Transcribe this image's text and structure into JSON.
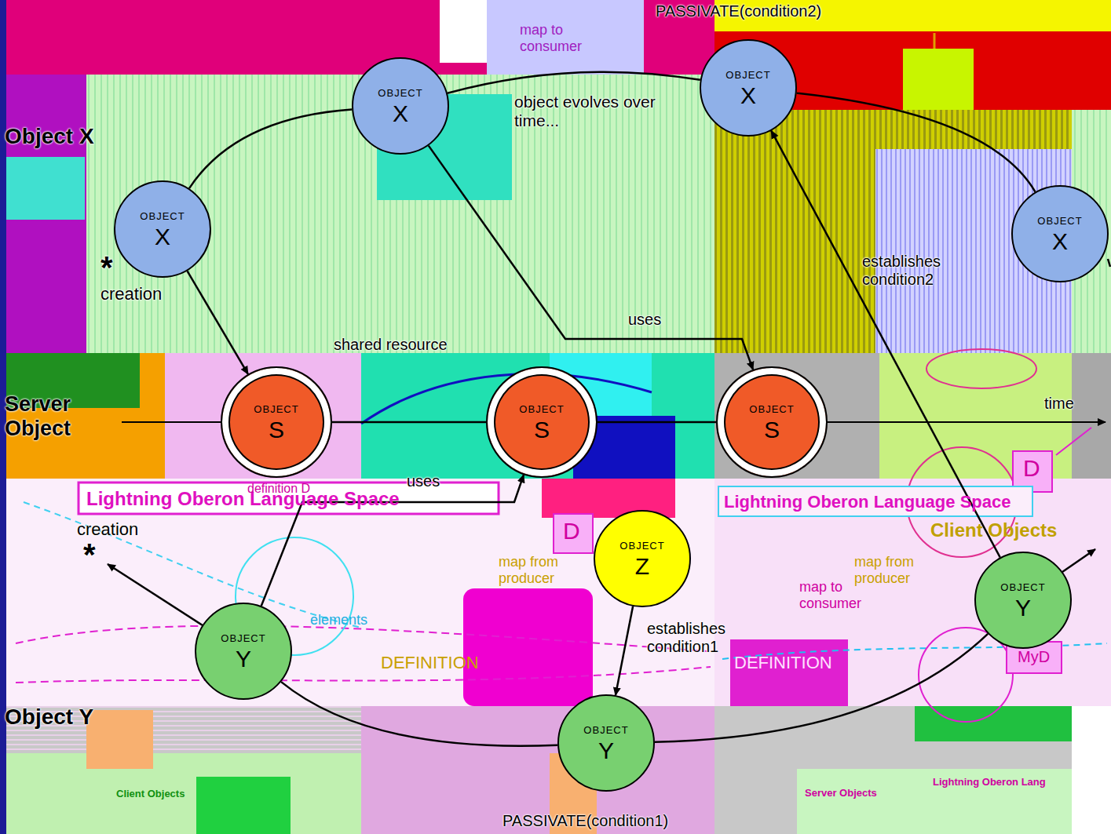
{
  "diagram": {
    "nodes": [
      {
        "text": [
          "OBJECT",
          "X"
        ]
      },
      {
        "text": [
          "OBJECT",
          "X"
        ]
      },
      {
        "text": [
          "OBJECT",
          "X"
        ]
      },
      {
        "text": [
          "OBJECT",
          "X"
        ]
      },
      {
        "text": [
          "OBJECT",
          "S"
        ]
      },
      {
        "text": [
          "OBJECT",
          "S"
        ]
      },
      {
        "text": [
          "OBJECT",
          "S"
        ]
      },
      {
        "text": [
          "OBJECT",
          "Z"
        ]
      },
      {
        "text": [
          "OBJECT",
          "Y"
        ]
      },
      {
        "text": [
          "OBJECT",
          "Y"
        ]
      },
      {
        "text": [
          "OBJECT",
          "Y"
        ]
      }
    ],
    "edges": [
      {
        "from": 0,
        "to": 1,
        "arrow": "none"
      },
      {
        "from": 1,
        "to": 2,
        "arrow": "none"
      },
      {
        "from": 2,
        "to": 3,
        "arrow": "none"
      },
      {
        "from": 0,
        "to": 4,
        "arrow": "to"
      },
      {
        "from": 1,
        "to": 6,
        "arrow": "to",
        "label": "uses"
      },
      {
        "from": 4,
        "to": 5,
        "arrow": "none"
      },
      {
        "from": 5,
        "to": 6,
        "arrow": "none"
      },
      {
        "from": 8,
        "to": 5,
        "arrow": "to",
        "label": "uses"
      },
      {
        "from": 8,
        "to": 9,
        "arrow": "none"
      },
      {
        "from": 9,
        "to": 10,
        "arrow": "none"
      },
      {
        "from": 7,
        "to": 9,
        "arrow": "to",
        "label": "establishes condition1"
      },
      {
        "from": 10,
        "to": 2,
        "arrow": "to",
        "label": "establishes condition2"
      }
    ],
    "labels": [
      "Object X",
      "Server Object",
      "Object Y",
      "creation",
      "creation",
      "*",
      "*",
      "object evolves over time...",
      "shared resource",
      "time",
      "PASSIVATE(condition2)",
      "PASSIVATE(condition1)",
      "map to consumer",
      "Lightning Oberon Language Space",
      "Lightning Oberon Language Space",
      "Client Objects",
      "map from producer",
      "map from producer",
      "map to consumer",
      "DEFINITION",
      "DEFINITION",
      "definition D",
      "Server Objects",
      "Lightning Oberon Lang",
      "Client Objects",
      "MyD",
      "D",
      "D",
      "elements"
    ]
  }
}
